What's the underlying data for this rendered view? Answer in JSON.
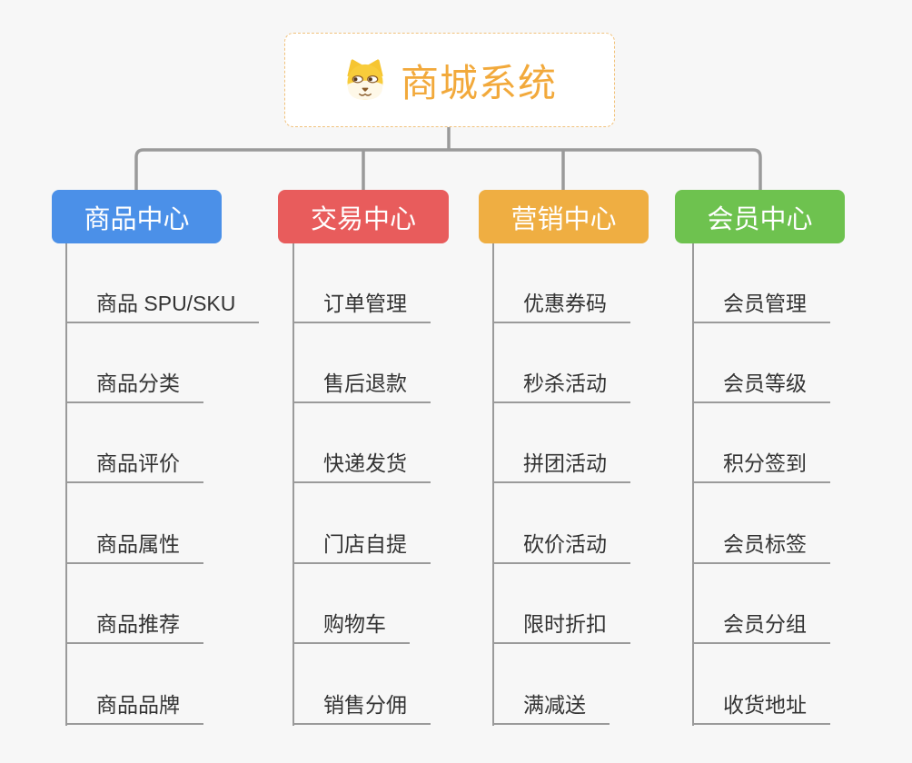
{
  "root": {
    "title": "商城系统",
    "icon": "dog-face-icon",
    "title_color": "#F2A93B"
  },
  "branches": [
    {
      "label": "商品中心",
      "color": "#4B90E8",
      "items": [
        "商品 SPU/SKU",
        "商品分类",
        "商品评价",
        "商品属性",
        "商品推荐",
        "商品品牌"
      ]
    },
    {
      "label": "交易中心",
      "color": "#E85C5C",
      "items": [
        "订单管理",
        "售后退款",
        "快递发货",
        "门店自提",
        "购物车",
        "销售分佣"
      ]
    },
    {
      "label": "营销中心",
      "color": "#EFAE42",
      "items": [
        "优惠券码",
        "秒杀活动",
        "拼团活动",
        "砍价活动",
        "限时折扣",
        "满减送"
      ]
    },
    {
      "label": "会员中心",
      "color": "#6EC24F",
      "items": [
        "会员管理",
        "会员等级",
        "积分签到",
        "会员标签",
        "会员分组",
        "收货地址"
      ]
    }
  ],
  "connector_color": "#9a9a9a",
  "background_color": "#f7f7f7"
}
